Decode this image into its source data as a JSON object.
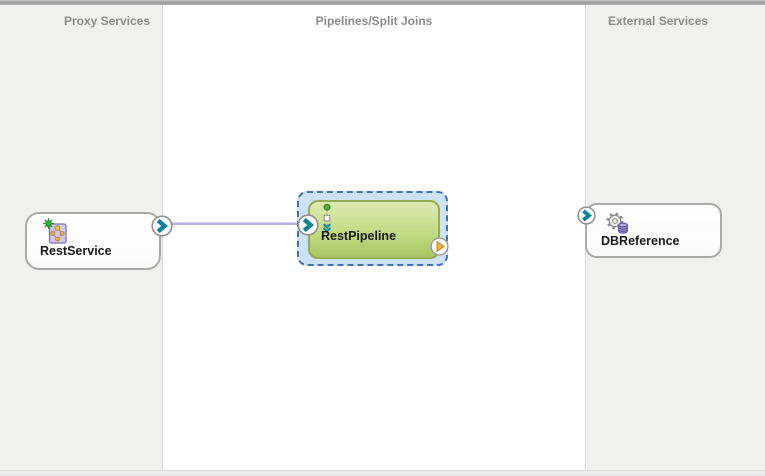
{
  "lanes": {
    "proxy": {
      "title": "Proxy Services"
    },
    "pipelines": {
      "title": "Pipelines/Split Joins"
    },
    "external": {
      "title": "External Services"
    }
  },
  "diagram": {
    "proxy_service": {
      "name": "RestService",
      "icon": "rest-binding-icon"
    },
    "pipeline": {
      "name": "RestPipeline",
      "icon": "pipeline-icon",
      "selected": true
    },
    "external_service": {
      "name": "DBReference",
      "icon": "db-adapter-icon"
    },
    "wire": {
      "from": "RestService",
      "to": "RestPipeline"
    }
  },
  "icons": {
    "endpoint_in_out": "teal-chevron-arrow-icon",
    "pipeline_invoke": "orange-play-arrow-icon"
  },
  "colors": {
    "lane_bg": "#f0f0ee",
    "lane_title": "#8b8b8b",
    "selection_fill": "#cde2f4",
    "selection_border": "#3f72b5",
    "pipeline_fill_top": "#dcebb2",
    "pipeline_fill_bottom": "#a9c765",
    "pipeline_border": "#93ab54",
    "wire": "#b9b3e4",
    "teal_arrow": "#0c8494",
    "orange_arrow": "#f6b13d"
  }
}
